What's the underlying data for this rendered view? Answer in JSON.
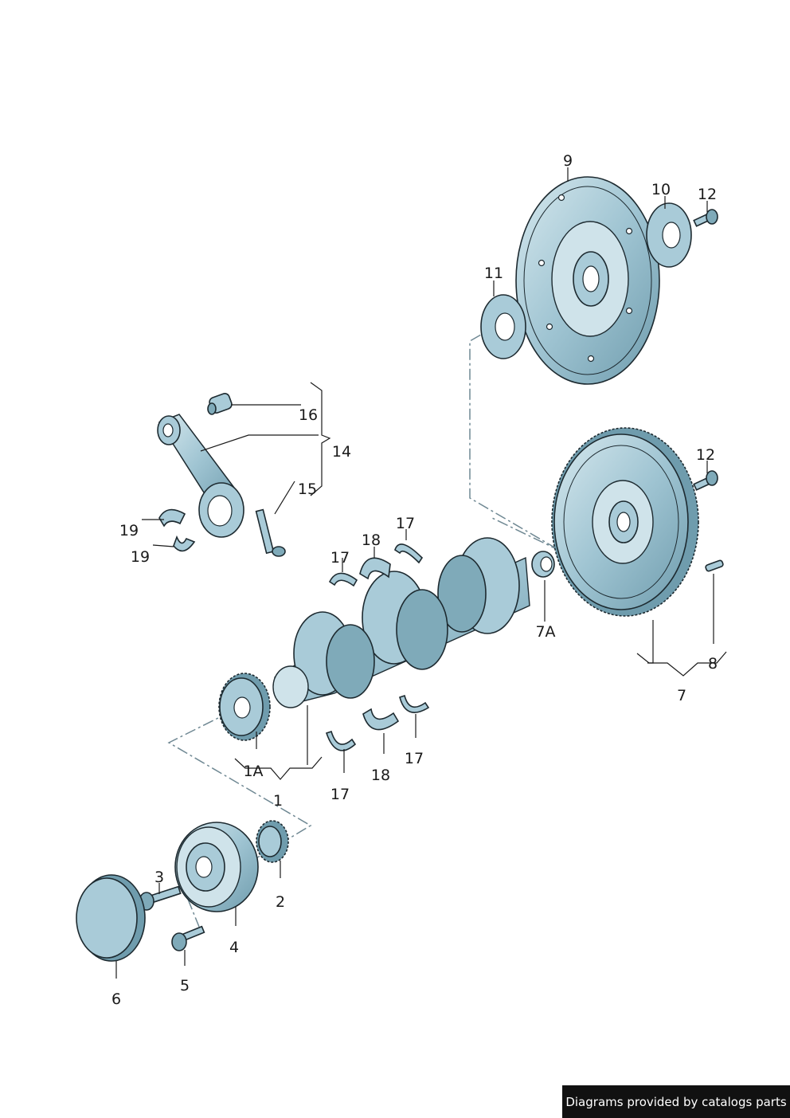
{
  "footer": {
    "text": "Diagrams provided by catalogs parts"
  },
  "labels": {
    "p1": "1",
    "p1A": "1A",
    "p2": "2",
    "p3": "3",
    "p4": "4",
    "p5": "5",
    "p6": "6",
    "p7": "7",
    "p7A": "7A",
    "p8": "8",
    "p9": "9",
    "p10": "10",
    "p11": "11",
    "p12a": "12",
    "p12b": "12",
    "p14": "14",
    "p15": "15",
    "p16": "16",
    "p17a": "17",
    "p17b": "17",
    "p17c": "17",
    "p17d": "17",
    "p18a": "18",
    "p18b": "18",
    "p19a": "19",
    "p19b": "19"
  },
  "colors": {
    "part": "#a9cbd8",
    "part_dark": "#7faab9",
    "outline": "#1d2a30",
    "footer_bg": "#111111"
  }
}
